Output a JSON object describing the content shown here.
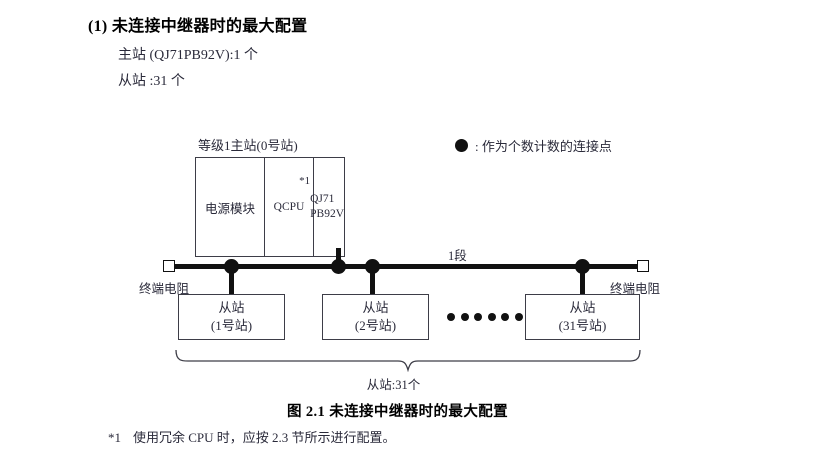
{
  "heading": "(1) 未连接中继器时的最大配置",
  "specs": [
    "主站 (QJ71PB92V):1 个",
    "从站 :31 个"
  ],
  "legend": {
    "icon": "filled-circle-icon",
    "text": ": 作为个数计数的连接点"
  },
  "diagram": {
    "master": {
      "label": "等级1主站(0号站)",
      "cells": {
        "power": "电源模块",
        "cpu": "QCPU",
        "cpu_footnote_mark": "*1",
        "network_line1": "QJ71",
        "network_line2": "PB92V"
      }
    },
    "bus": {
      "segment_label": "1段",
      "terminator_left": "终端电阻",
      "terminator_right": "终端电阻"
    },
    "slaves": [
      {
        "line1": "从站",
        "line2": "(1号站)"
      },
      {
        "line1": "从站",
        "line2": "(2号站)"
      },
      {
        "line1": "从站",
        "line2": "(31号站)"
      }
    ],
    "ellipsis_dots": 6,
    "brace_label": "从站:31个"
  },
  "caption": "图 2.1  未连接中继器时的最大配置",
  "footnote": {
    "mark": "*1",
    "text": "使用冗余 CPU 时，应按 2.3 节所示进行配置。"
  },
  "colors": {
    "ink": "#111111",
    "text": "#2a2a3a",
    "box_border": "#3d3d47",
    "background": "#ffffff"
  }
}
